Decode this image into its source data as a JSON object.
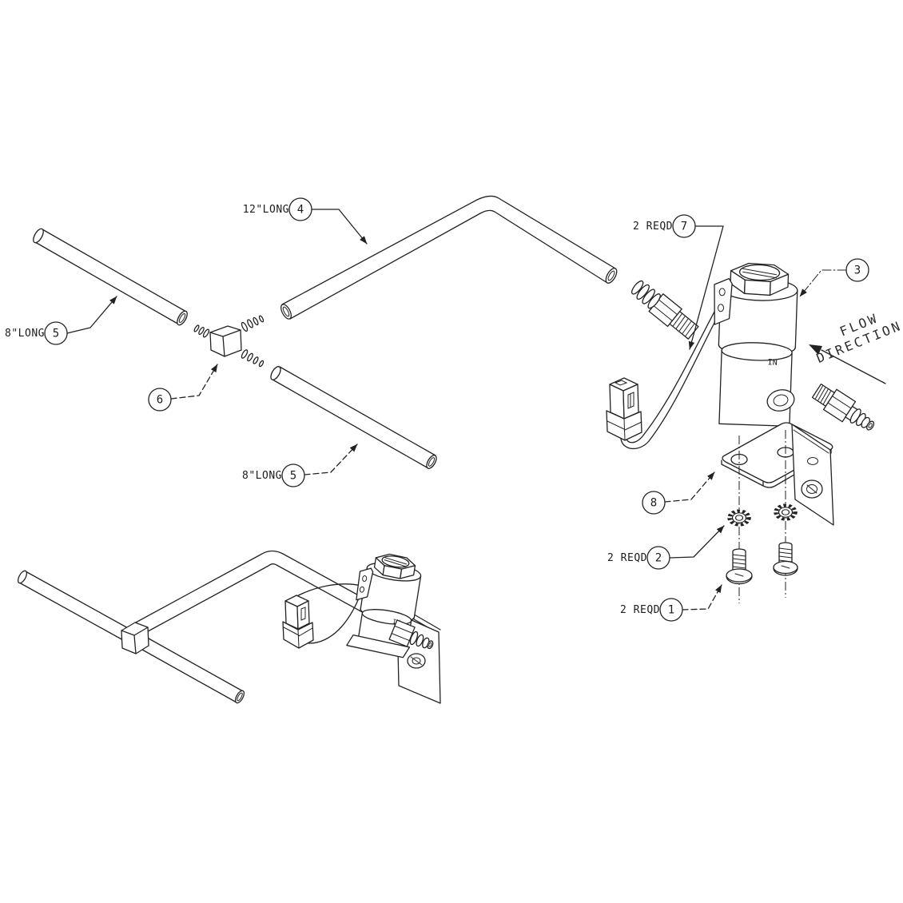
{
  "diagram": {
    "background_color": "#ffffff",
    "line_color": "#222222",
    "description": "Exploded isometric parts diagram of a solenoid valve and tubing assembly with assembled view below"
  },
  "callouts": {
    "item4": {
      "number": "4",
      "label": "12\"LONG"
    },
    "item5_upper": {
      "number": "5",
      "label": "8\"LONG"
    },
    "item5_lower": {
      "number": "5",
      "label": "8\"LONG"
    },
    "item6": {
      "number": "6",
      "label": ""
    },
    "item7": {
      "number": "7",
      "label": "2 REQD"
    },
    "item3": {
      "number": "3",
      "label": ""
    },
    "item8": {
      "number": "8",
      "label": ""
    },
    "item2": {
      "number": "2",
      "label": "2 REQD"
    },
    "item1": {
      "number": "1",
      "label": "2 REQD"
    }
  },
  "annotations": {
    "flow_line1": "FLOW",
    "flow_line2": "DIRECTION",
    "port_marking": "IN"
  }
}
